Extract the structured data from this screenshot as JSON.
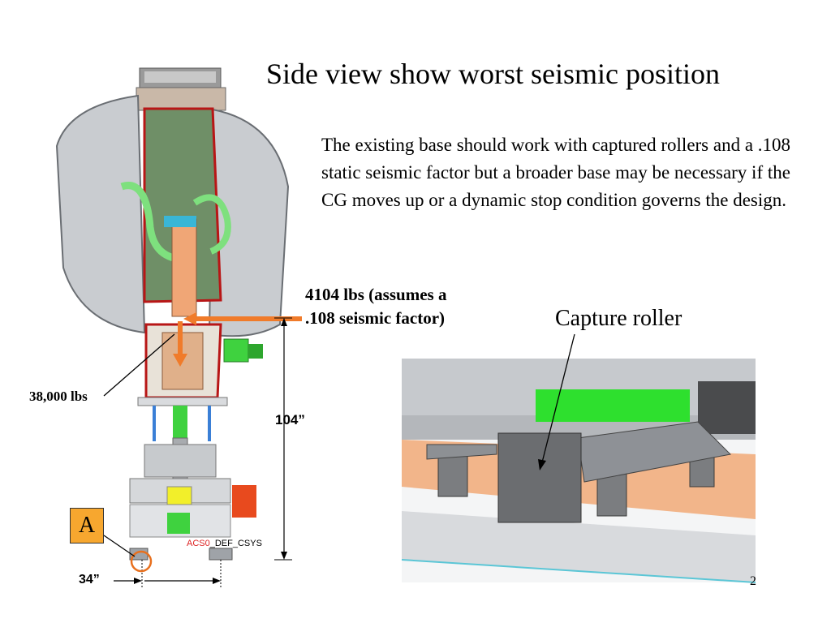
{
  "title": "Side view show worst seismic position",
  "body": "The existing base should work with captured rollers and a .108 static seismic factor but a broader base may be necessary if the CG moves up or a dynamic stop condition governs the design.",
  "annotations": {
    "seismic_force_line1": "4104 lbs (assumes a",
    "seismic_force_line2": ".108 seismic factor)",
    "capture_roller": "Capture roller",
    "vertical_load": "38,000 lbs",
    "height_dim": "104”",
    "width_dim": "34”",
    "point_label": "A",
    "csys_prefix": "ACS0",
    "csys_suffix": "_DEF_CSYS",
    "page_number": "2"
  },
  "colors": {
    "arrow": "#f07b2a",
    "point_box": "#f7a72f",
    "steel": "#b5b8bc",
    "frame_red": "#c01818",
    "green_part": "#3fd23f",
    "tan_beam": "#f2b58a"
  }
}
